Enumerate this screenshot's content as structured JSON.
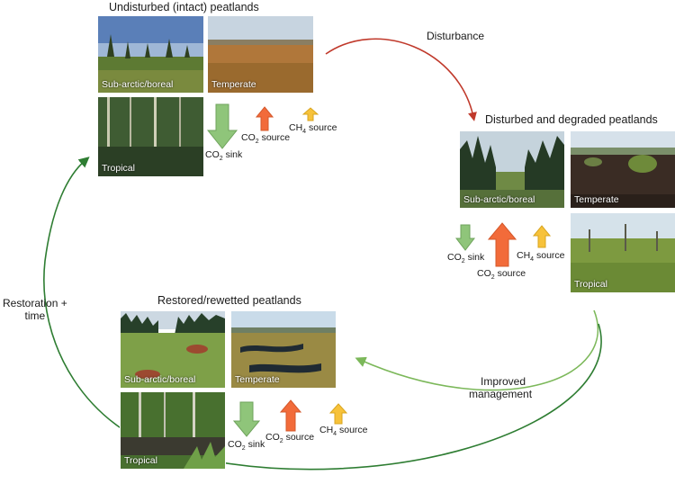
{
  "colors": {
    "sink_arrow": "#8fc57a",
    "co2_source_arrow": "#f26b3a",
    "ch4_source_arrow": "#f7c23a",
    "disturbance_arrow": "#c0392b",
    "recovery_arrow": "#2e7d32",
    "management_arrow": "#7cb85a"
  },
  "intact": {
    "title": "Undisturbed (intact) peatlands",
    "photos": {
      "boreal": "Sub-arctic/boreal",
      "temperate": "Temperate",
      "tropical": "Tropical"
    },
    "flux": {
      "co2_sink": "CO",
      "co2_sink_tail": " sink",
      "co2_source": "CO",
      "co2_source_tail": " source",
      "ch4_source": "CH",
      "ch4_source_tail": " source",
      "sub_co2": "2",
      "sub_ch4": "4"
    }
  },
  "degraded": {
    "title": "Disturbed and degraded peatlands",
    "photos": {
      "boreal": "Sub-arctic/boreal",
      "temperate": "Temperate",
      "tropical": "Tropical"
    },
    "flux": {
      "co2_sink": "CO",
      "co2_sink_tail": " sink",
      "co2_source": "CO",
      "co2_source_tail": " source",
      "ch4_source": "CH",
      "ch4_source_tail": " source",
      "sub_co2": "2",
      "sub_ch4": "4"
    }
  },
  "restored": {
    "title": "Restored/rewetted peatlands",
    "photos": {
      "boreal": "Sub-arctic/boreal",
      "temperate": "Temperate",
      "tropical": "Tropical"
    },
    "flux": {
      "co2_sink": "CO",
      "co2_sink_tail": " sink",
      "co2_source": "CO",
      "co2_source_tail": " source",
      "ch4_source": "CH",
      "ch4_source_tail": " source",
      "sub_co2": "2",
      "sub_ch4": "4"
    }
  },
  "transitions": {
    "disturbance": "Disturbance",
    "restoration_line1": "Restoration +",
    "restoration_line2": "time",
    "management_line1": "Improved",
    "management_line2": "management"
  }
}
